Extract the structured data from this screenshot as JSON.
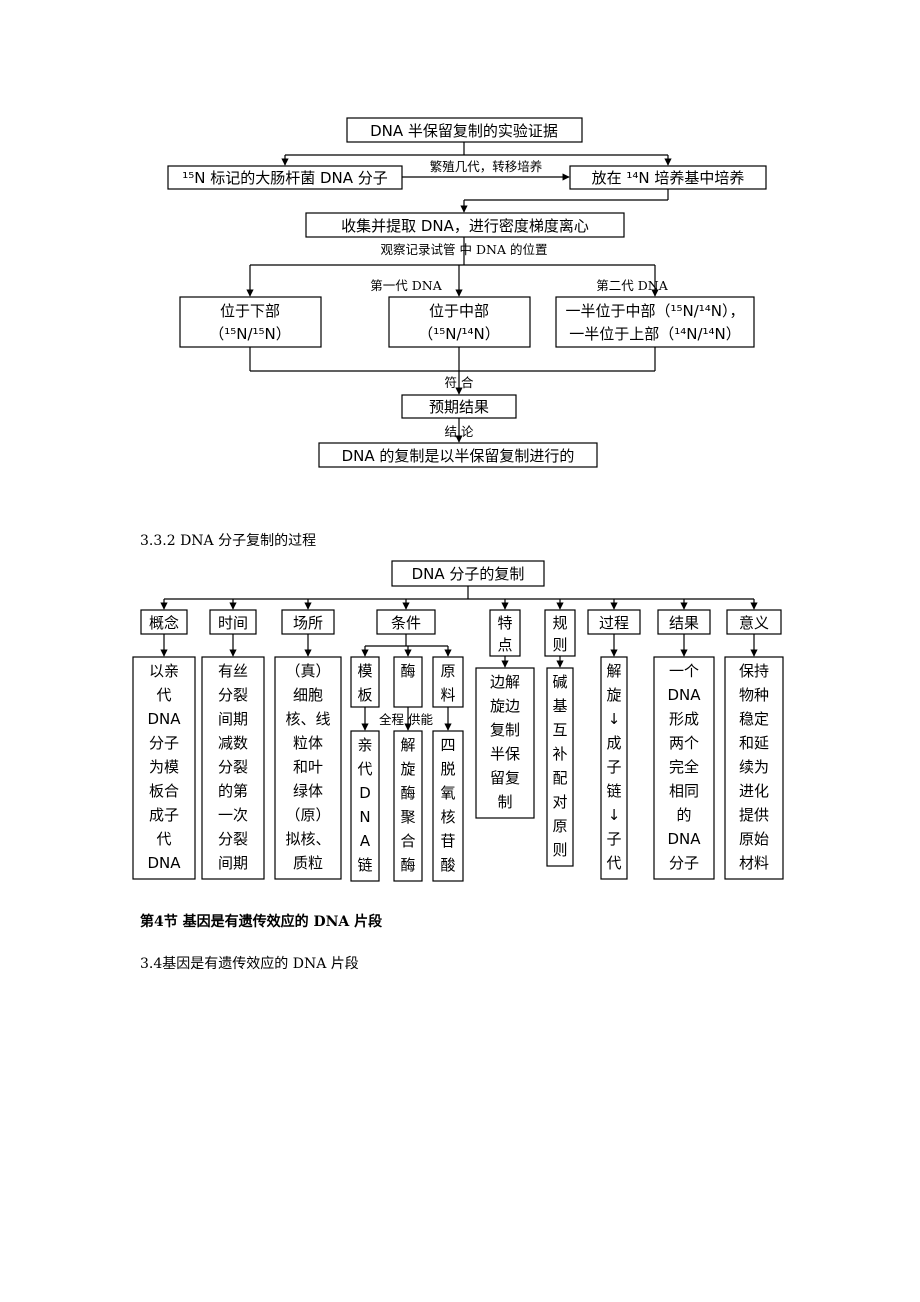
{
  "experiment": {
    "title": "DNA 半保留复制的实验证据",
    "labeled": "¹⁵N 标记的大肠杆菌 DNA 分子",
    "transfer_label": "繁殖几代，转移培养",
    "culture": "放在 ¹⁴N 培养基中培养",
    "collect": "收集并提取 DNA，进行密度梯度离心",
    "observe_label": "观察记录试管 中 DNA 的位置",
    "gen1_label": "第一代 DNA",
    "gen2_label": "第二代 DNA",
    "lower_l1": "位于下部",
    "lower_l2": "（¹⁵N/¹⁵N）",
    "middle_l1": "位于中部",
    "middle_l2": "（¹⁵N/¹⁴N）",
    "half_l1": "一半位于中部（¹⁵N/¹⁴N），",
    "half_l2": "一半位于上部（¹⁴N/¹⁴N）",
    "match_label": "符 合",
    "expected": "预期结果",
    "conclusion_label": "结 论",
    "final": "DNA 的复制是以半保留复制进行的"
  },
  "section_332": "3.3.2 DNA 分子复制的过程",
  "replication": {
    "root": "DNA 分子的复制",
    "branches": [
      {
        "name": "概念",
        "detail": [
          "以亲",
          "代",
          "DNA",
          "分子",
          "为模",
          "板合",
          "成子",
          "代",
          "DNA"
        ]
      },
      {
        "name": "时间",
        "detail": [
          "有丝",
          "分裂",
          "间期",
          "减数",
          "分裂",
          "的第",
          "一次",
          "分裂",
          "间期"
        ]
      },
      {
        "name": "场所",
        "detail": [
          "（真）",
          "细胞",
          "核、线",
          "粒体",
          "和叶",
          "绿体",
          "（原）",
          "拟核、",
          "质粒"
        ]
      },
      {
        "name": "条件",
        "detail": []
      },
      {
        "name": "特点",
        "detail": [
          "边解",
          "旋边",
          "复制",
          "半保",
          "留复",
          "制"
        ]
      },
      {
        "name": "规则",
        "detail": [
          "碱",
          "基",
          "互",
          "补",
          "配",
          "对",
          "原",
          "则"
        ]
      },
      {
        "name": "过程",
        "detail": [
          "解",
          "旋",
          "↓",
          "成",
          "子",
          "链",
          "↓",
          "子",
          "代"
        ]
      },
      {
        "name": "结果",
        "detail": [
          "一个",
          "DNA",
          "形成",
          "两个",
          "完全",
          "相同",
          "的",
          "DNA",
          "分子"
        ]
      },
      {
        "name": "意义",
        "detail": [
          "保持",
          "物种",
          "稳定",
          "和延",
          "续为",
          "进化",
          "提供",
          "原始",
          "材料"
        ]
      }
    ],
    "conditions": [
      {
        "name": "模板",
        "detail": [
          "亲",
          "代",
          "D",
          "N",
          "A",
          "链"
        ]
      },
      {
        "name": "酶",
        "detail": [
          "解",
          "旋",
          "酶",
          "聚",
          "合",
          "酶"
        ]
      },
      {
        "name": "原料",
        "detail": [
          "四",
          "脱",
          "氧",
          "核",
          "苷",
          "酸"
        ]
      }
    ],
    "supply_label": "全程 供能"
  },
  "section_4_heading": "第4节 基因是有遗传效应的 DNA 片段",
  "section_34": "3.4基因是有遗传效应的 DNA 片段"
}
